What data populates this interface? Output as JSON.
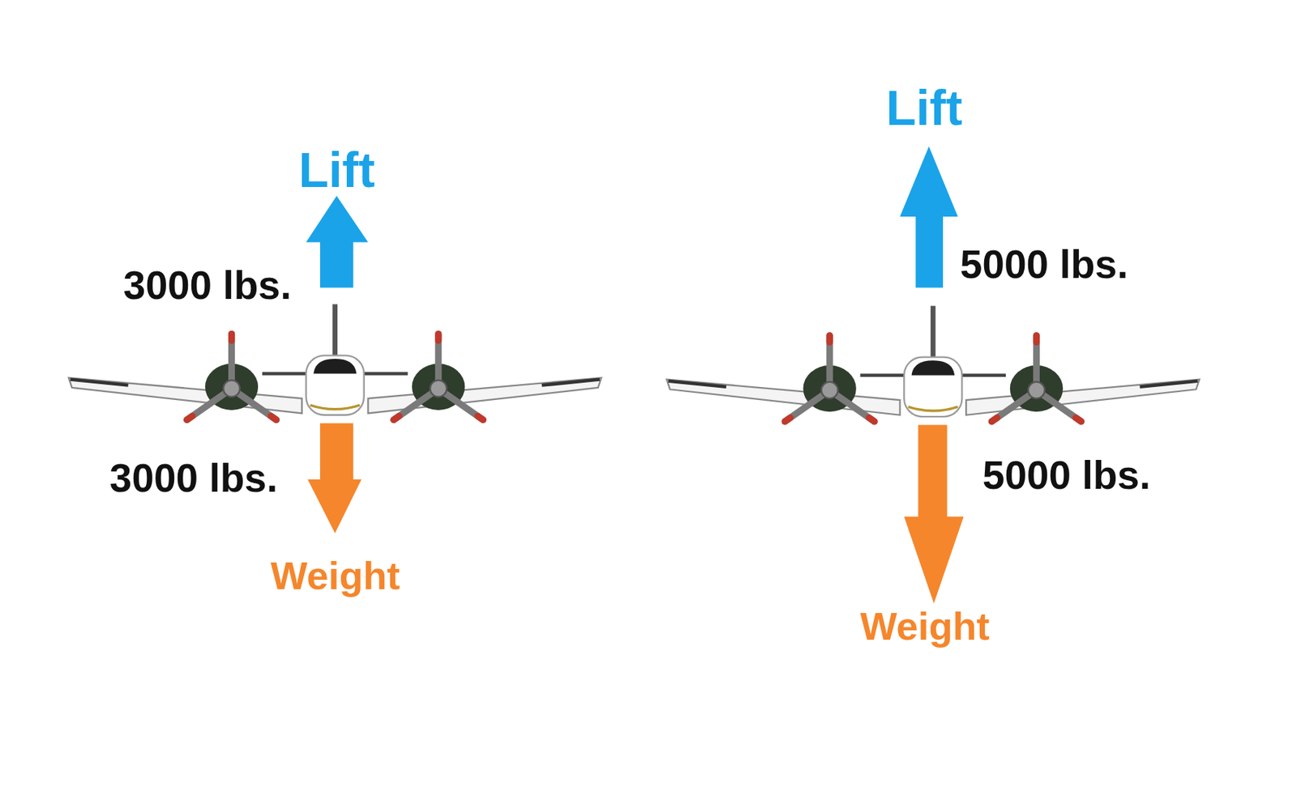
{
  "diagram": {
    "labels": [
      "Lift",
      "3000 lbs.",
      "3000 lbs.",
      "Weight",
      "Lift",
      "5000 lbs.",
      "5000 lbs.",
      "Weight"
    ]
  }
}
